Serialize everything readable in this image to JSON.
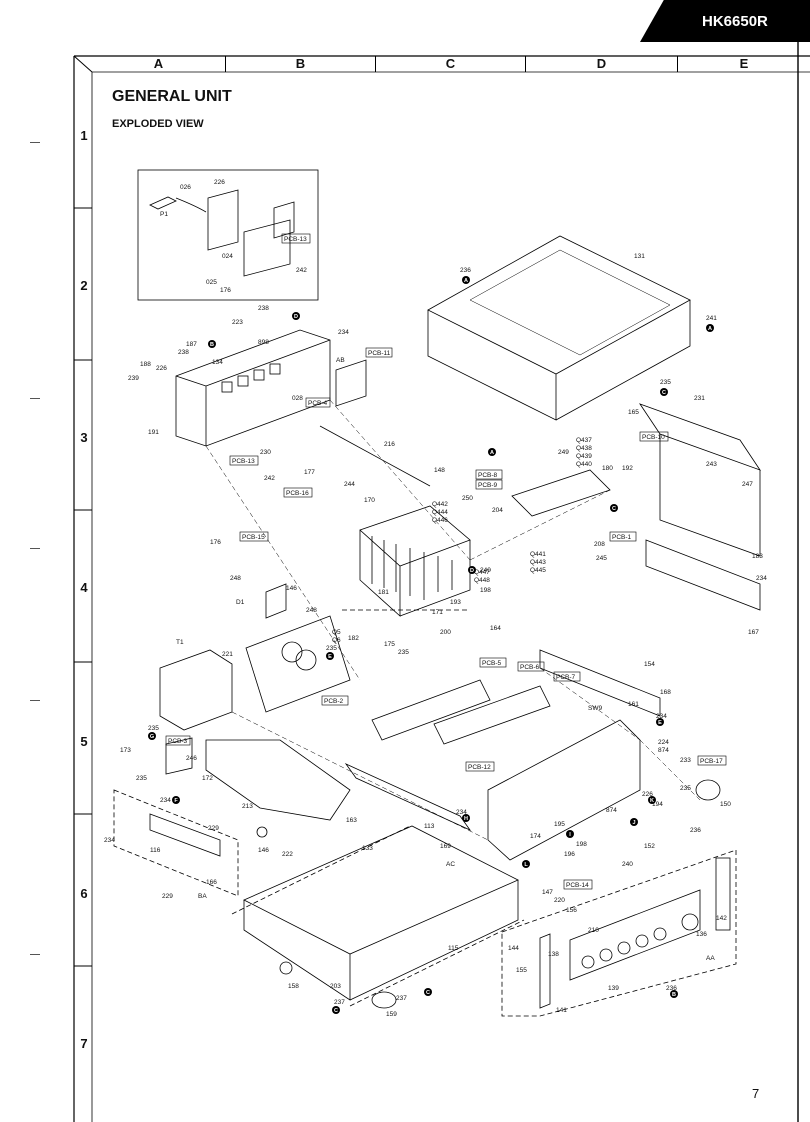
{
  "header": {
    "model": "HK6650R"
  },
  "grid": {
    "columns": [
      "A",
      "B",
      "C",
      "D",
      "E"
    ],
    "rows": [
      "1",
      "2",
      "3",
      "4",
      "5",
      "6",
      "7"
    ]
  },
  "page": {
    "title": "GENERAL UNIT",
    "subtitle": "EXPLODED VIEW",
    "page_number": "7"
  },
  "diagram": {
    "pcb_labels": [
      "PCB-13",
      "PCB-11",
      "PCB-4",
      "PCB-10",
      "PCB-13",
      "PCB-16",
      "PCB-15",
      "PCB-8",
      "PCB-9",
      "PCB-1",
      "PCB-2",
      "PCB-5",
      "PCB-6",
      "PCB-7",
      "PCB-3",
      "PCB-12",
      "PCB-17",
      "PCB-14"
    ],
    "part_labels": [
      "026",
      "226",
      "P1",
      "024",
      "025",
      "176",
      "242",
      "236",
      "131",
      "241",
      "238",
      "223",
      "234",
      "187",
      "898",
      "AB",
      "188",
      "226",
      "238",
      "134",
      "239",
      "191",
      "028",
      "216",
      "235",
      "231",
      "165",
      "243",
      "247",
      "Q437",
      "Q438",
      "Q439",
      "Q440",
      "249",
      "180",
      "192",
      "148",
      "244",
      "170",
      "Q442",
      "Q444",
      "Q446",
      "250",
      "204",
      "208",
      "245",
      "230",
      "177",
      "242",
      "183",
      "176",
      "181",
      "Q441",
      "Q443",
      "Q445",
      "Q447",
      "Q448",
      "240",
      "198",
      "193",
      "171",
      "234",
      "167",
      "248",
      "D1",
      "146",
      "248",
      "Q5",
      "Q6",
      "182",
      "175",
      "200",
      "164",
      "T1",
      "221",
      "235",
      "235",
      "154",
      "168",
      "161",
      "SW9",
      "234",
      "224",
      "874",
      "233",
      "150",
      "235",
      "246",
      "173",
      "235",
      "172",
      "234",
      "229",
      "213",
      "146",
      "222",
      "163",
      "169",
      "113",
      "133",
      "AC",
      "234",
      "174",
      "196",
      "874",
      "152",
      "236",
      "116",
      "166",
      "BA",
      "234",
      "229",
      "147",
      "220",
      "156",
      "210",
      "144",
      "138",
      "115",
      "158",
      "203",
      "237",
      "237",
      "159",
      "155",
      "141",
      "139",
      "136",
      "AA",
      "142",
      "236",
      "195",
      "198",
      "240",
      "226",
      "194",
      "235"
    ],
    "part_letters": [
      "A",
      "A",
      "A",
      "D",
      "B",
      "C",
      "C",
      "D",
      "E",
      "E",
      "F",
      "G",
      "H",
      "I",
      "J",
      "K",
      "L",
      "B",
      "C",
      "C"
    ]
  }
}
